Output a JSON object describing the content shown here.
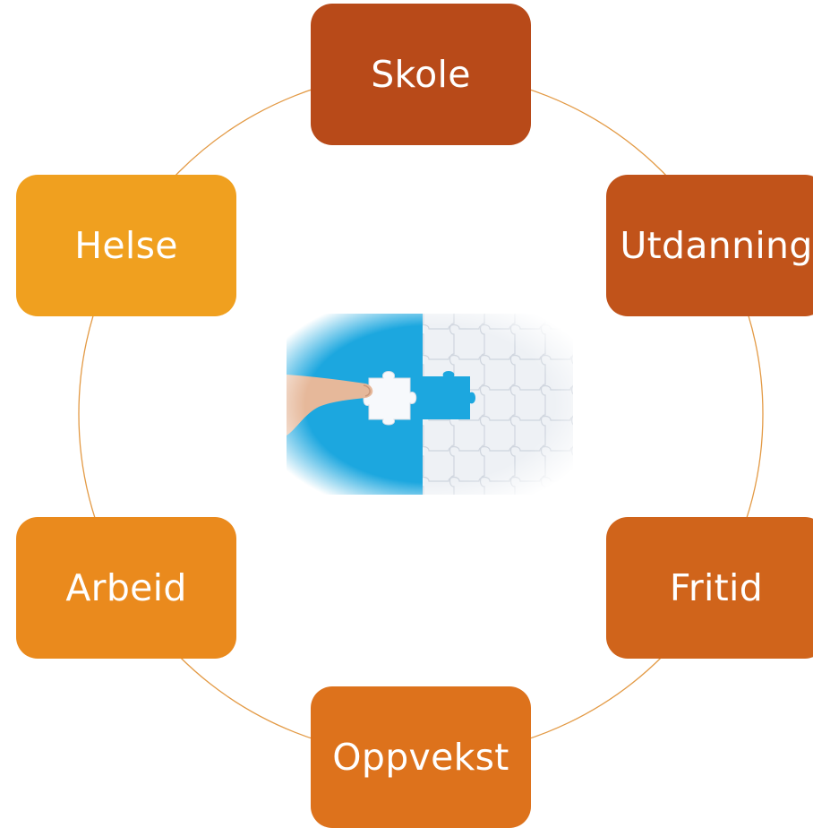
{
  "diagram": {
    "nodes": [
      {
        "label": "Skole",
        "color": "#B84A19"
      },
      {
        "label": "Utdanning",
        "color": "#C1531A"
      },
      {
        "label": "Fritid",
        "color": "#D0641B"
      },
      {
        "label": "Oppvekst",
        "color": "#DD721C"
      },
      {
        "label": "Arbeid",
        "color": "#EA8A1D"
      },
      {
        "label": "Helse",
        "color": "#F0A01F"
      }
    ],
    "ring_color": "#E39A45",
    "center_image": {
      "icon": "puzzle-hand-icon",
      "left_bg": "#1CA7DF",
      "right_bg": "#EEF1F5"
    }
  }
}
